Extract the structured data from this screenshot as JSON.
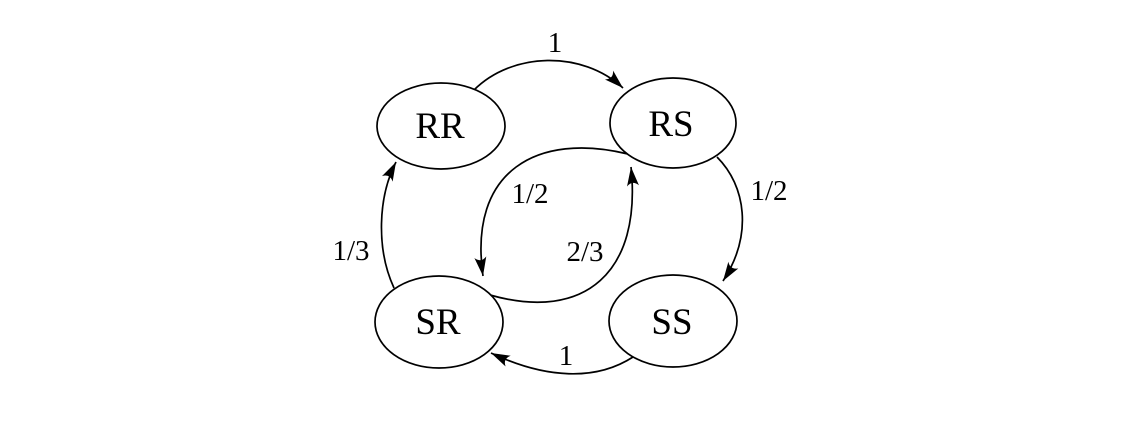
{
  "diagram": {
    "type": "markov-state-diagram",
    "colors": {
      "background": "#ffffff",
      "stroke": "#000000",
      "text": "#000000"
    },
    "nodes": [
      {
        "id": "RR",
        "label": "RR"
      },
      {
        "id": "RS",
        "label": "RS"
      },
      {
        "id": "SR",
        "label": "SR"
      },
      {
        "id": "SS",
        "label": "SS"
      }
    ],
    "edges": [
      {
        "from": "RR",
        "to": "RS",
        "label": "1"
      },
      {
        "from": "RS",
        "to": "SR",
        "label": "1/2"
      },
      {
        "from": "SR",
        "to": "RS",
        "label": "2/3"
      },
      {
        "from": "RS",
        "to": "SS",
        "label": "1/2"
      },
      {
        "from": "SS",
        "to": "SR",
        "label": "1"
      },
      {
        "from": "SR",
        "to": "RR",
        "label": "1/3"
      }
    ]
  }
}
